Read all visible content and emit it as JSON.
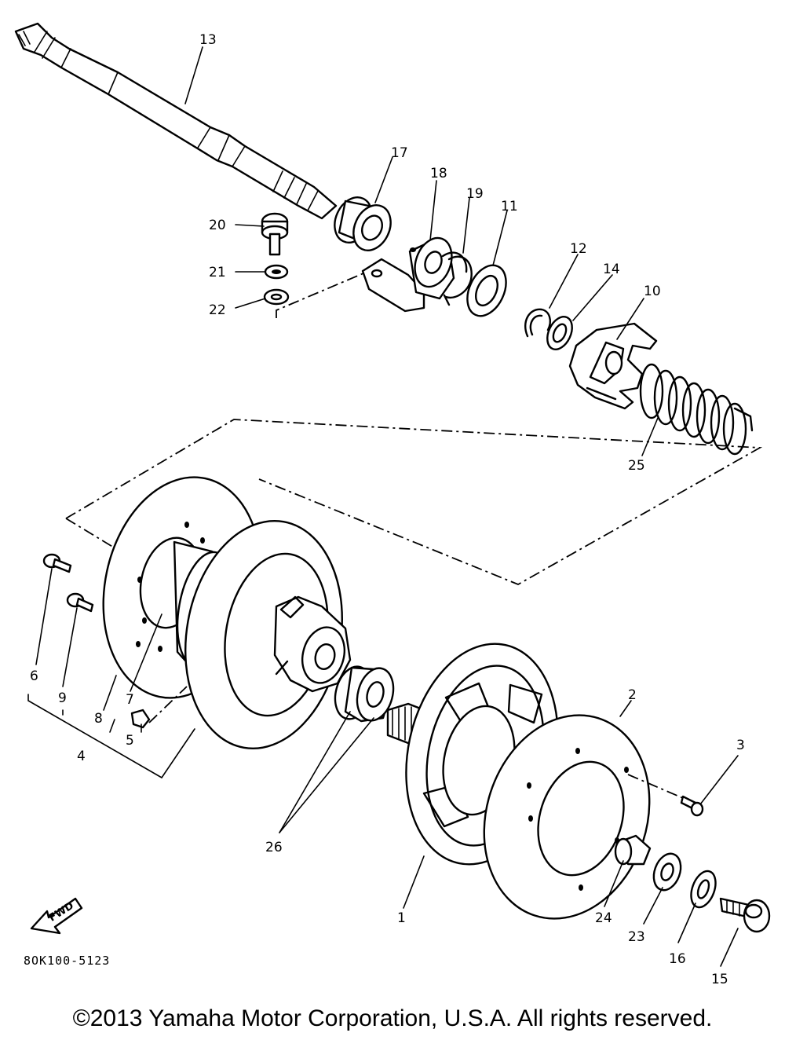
{
  "diagram": {
    "drawing_code": "8OK100-5123",
    "fwd_badge": "FWD",
    "callouts": [
      {
        "id": "p13",
        "text": "13"
      },
      {
        "id": "p17",
        "text": "17"
      },
      {
        "id": "p18",
        "text": "18"
      },
      {
        "id": "p19",
        "text": "19"
      },
      {
        "id": "p11",
        "text": "11"
      },
      {
        "id": "p20",
        "text": "20"
      },
      {
        "id": "p21",
        "text": "21"
      },
      {
        "id": "p22",
        "text": "22"
      },
      {
        "id": "p12",
        "text": "12"
      },
      {
        "id": "p14",
        "text": "14"
      },
      {
        "id": "p10",
        "text": "10"
      },
      {
        "id": "p25",
        "text": "25"
      },
      {
        "id": "p6",
        "text": "6"
      },
      {
        "id": "p9",
        "text": "9"
      },
      {
        "id": "p8",
        "text": "8"
      },
      {
        "id": "p7",
        "text": "7"
      },
      {
        "id": "p5",
        "text": "5"
      },
      {
        "id": "p4",
        "text": "4"
      },
      {
        "id": "p26",
        "text": "26"
      },
      {
        "id": "p2",
        "text": "2"
      },
      {
        "id": "p3",
        "text": "3"
      },
      {
        "id": "p1",
        "text": "1"
      },
      {
        "id": "p24",
        "text": "24"
      },
      {
        "id": "p23",
        "text": "23"
      },
      {
        "id": "p16",
        "text": "16"
      },
      {
        "id": "p15",
        "text": "15"
      }
    ]
  },
  "footer": {
    "copyright": "©2013 Yamaha Motor Corporation, U.S.A. All rights reserved."
  }
}
